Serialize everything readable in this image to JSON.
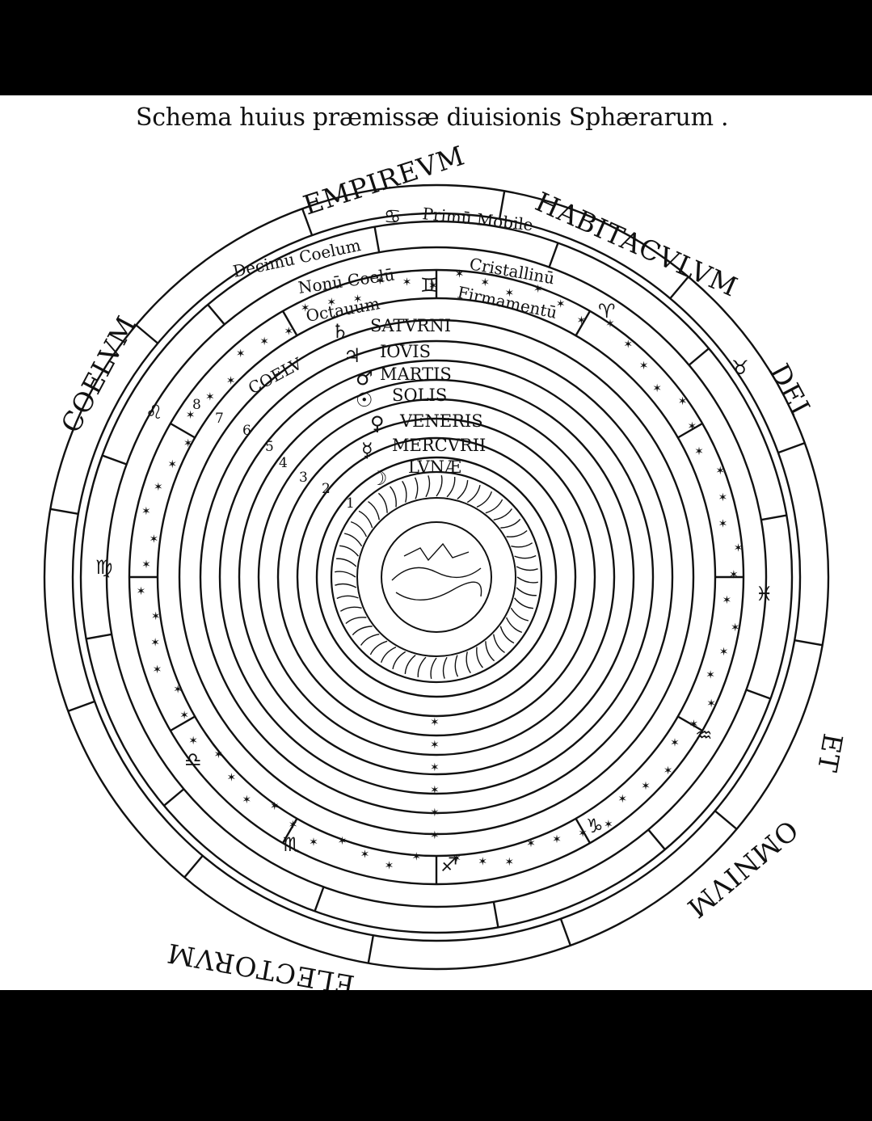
{
  "caption": "Schema huius præmissæ diuisionis Sphærarum .",
  "outer_text": [
    "EMPIREVM",
    "HABITACVLVM",
    "DEI",
    "ET",
    "OMNIVM",
    "ELECTORVM",
    "COELVM"
  ],
  "band_labels": {
    "decimum": "Decimū Coelum",
    "primum": "Primū Mobile",
    "nonum": "Nonū Coelū",
    "crystallinum": "Cristallinū",
    "octauum": "Octauum",
    "firmamentum": "Firmamentū",
    "coelu": "COELV"
  },
  "planets": [
    "SATVRNI",
    "IOVIS",
    "MARTIS",
    "SOLIS",
    "VENERIS",
    "MERCVRII",
    "LVNÆ"
  ],
  "planet_symbols": [
    "♄",
    "♃",
    "♂",
    "☉",
    "♀",
    "☿",
    "☽"
  ],
  "zodiac_symbols": [
    "♈",
    "♉",
    "♊",
    "♋",
    "♌",
    "♍",
    "♎",
    "♏",
    "♐",
    "♑",
    "♒",
    "♓"
  ],
  "sphere_numbers": [
    "8",
    "7",
    "6",
    "5",
    "4",
    "3",
    "2",
    "1"
  ]
}
